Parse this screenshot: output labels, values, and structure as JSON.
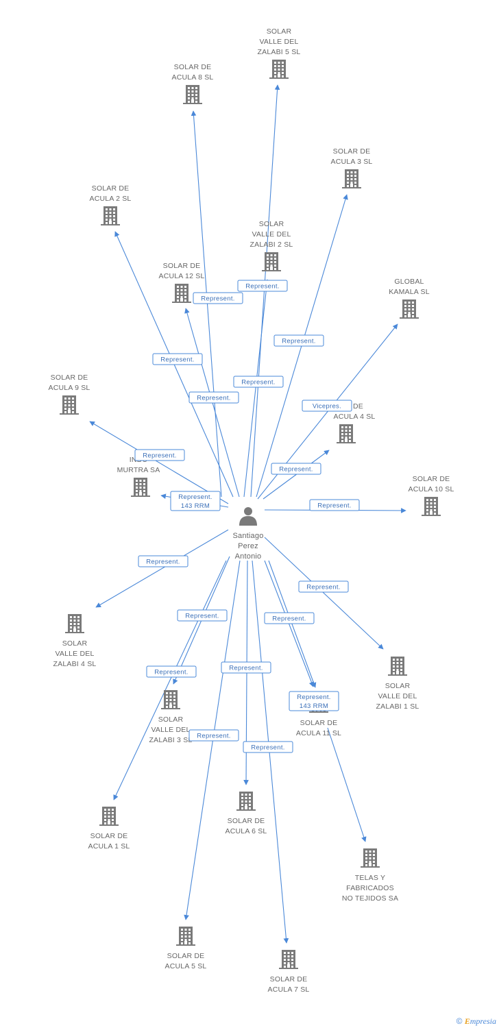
{
  "diagram": {
    "center": {
      "id": "santiago",
      "label": [
        "Santiago",
        "Perez",
        "Antonio"
      ]
    },
    "nodes": [
      {
        "id": "valle5",
        "label": [
          "SOLAR",
          "VALLE DEL",
          "ZALABI 5 SL"
        ]
      },
      {
        "id": "acula8",
        "label": [
          "SOLAR DE",
          "ACULA 8 SL"
        ]
      },
      {
        "id": "acula3",
        "label": [
          "SOLAR DE",
          "ACULA 3 SL"
        ]
      },
      {
        "id": "acula2",
        "label": [
          "SOLAR DE",
          "ACULA 2 SL"
        ]
      },
      {
        "id": "valle2",
        "label": [
          "SOLAR",
          "VALLE DEL",
          "ZALABI 2 SL"
        ]
      },
      {
        "id": "acula12",
        "label": [
          "SOLAR DE",
          "ACULA 12 SL"
        ]
      },
      {
        "id": "kamala",
        "label": [
          "GLOBAL",
          "KAMALA SL"
        ]
      },
      {
        "id": "acula9",
        "label": [
          "SOLAR DE",
          "ACULA 9 SL"
        ]
      },
      {
        "id": "acula4",
        "label": [
          "R DE",
          "ACULA 4 SL"
        ]
      },
      {
        "id": "murtra",
        "label": [
          "INDU",
          "MURTRA SA"
        ]
      },
      {
        "id": "acula10",
        "label": [
          "SOLAR DE",
          "ACULA 10 SL"
        ]
      },
      {
        "id": "valle4",
        "label": [
          "SOLAR",
          "VALLE DEL",
          "ZALABI 4 SL"
        ]
      },
      {
        "id": "valle1",
        "label": [
          "SOLAR",
          "VALLE DEL",
          "ZALABI 1 SL"
        ]
      },
      {
        "id": "valle3",
        "label": [
          "SOLAR",
          "VALLE DEL",
          "ZALABI 3 SL"
        ]
      },
      {
        "id": "acula11",
        "label": [
          "SOLAR DE",
          "ACULA 11 SL"
        ]
      },
      {
        "id": "acula6",
        "label": [
          "SOLAR DE",
          "ACULA 6 SL"
        ]
      },
      {
        "id": "acula1",
        "label": [
          "SOLAR DE",
          "ACULA 1 SL"
        ]
      },
      {
        "id": "telas",
        "label": [
          "TELAS Y",
          "FABRICADOS",
          "NO TEJIDOS SA"
        ]
      },
      {
        "id": "acula5",
        "label": [
          "SOLAR DE",
          "ACULA 5 SL"
        ]
      },
      {
        "id": "acula7",
        "label": [
          "SOLAR DE",
          "ACULA 7 SL"
        ]
      }
    ],
    "edges": [
      {
        "target": "acula8",
        "label": [
          "Represent."
        ]
      },
      {
        "target": "valle5",
        "label": [
          "Represent."
        ]
      },
      {
        "target": "acula3",
        "label": [
          "Represent."
        ]
      },
      {
        "target": "acula2",
        "label": [
          "Represent."
        ]
      },
      {
        "target": "valle2",
        "label": [
          "Represent."
        ]
      },
      {
        "target": "acula12",
        "label": [
          "Represent."
        ]
      },
      {
        "target": "kamala",
        "label": [
          "Vicepres."
        ]
      },
      {
        "target": "acula9",
        "label": [
          "Represent."
        ]
      },
      {
        "target": "acula4",
        "label": [
          "Represent."
        ]
      },
      {
        "target": "murtra",
        "label": [
          "Represent.",
          "143 RRM"
        ]
      },
      {
        "target": "acula10",
        "label": [
          "Represent."
        ]
      },
      {
        "target": "valle4",
        "label": [
          "Represent."
        ]
      },
      {
        "target": "valle1",
        "label": [
          "Represent."
        ]
      },
      {
        "target": "valle3",
        "label": [
          "Represent."
        ]
      },
      {
        "target": "acula11",
        "label": [
          "Represent."
        ]
      },
      {
        "target": "acula11",
        "label": [
          "Represent.",
          "143 RRM"
        ]
      },
      {
        "target": "acula6",
        "label": [
          "Represent."
        ]
      },
      {
        "target": "acula1",
        "label": [
          "Represent."
        ]
      },
      {
        "target": "telas",
        "label": []
      },
      {
        "target": "acula5",
        "label": [
          "Represent."
        ]
      },
      {
        "target": "acula7",
        "label": [
          "Represent."
        ]
      }
    ],
    "colors": {
      "edge": "#4a88d8",
      "icon": "#7a7a7a",
      "text": "#666666"
    }
  },
  "footer": {
    "copyright": "©",
    "brand_e": "E",
    "brand_rest": "mpresia"
  }
}
